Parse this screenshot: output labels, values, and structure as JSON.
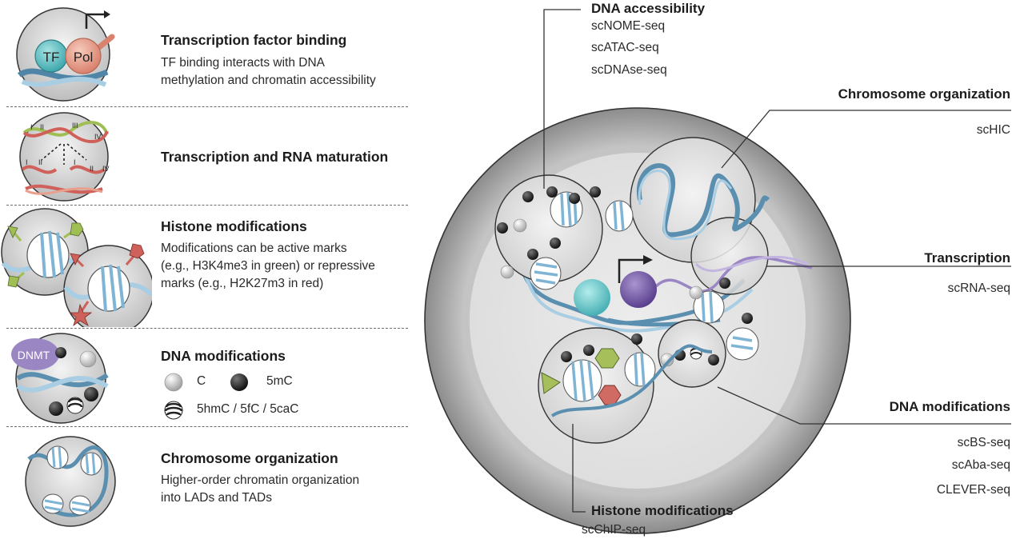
{
  "left_panels": [
    {
      "title": "Transcription factor binding",
      "description_lines": [
        "TF binding interacts with DNA",
        "methylation and chromatin accessibility"
      ],
      "icon_labels": {
        "tf": "TF",
        "pol": "Pol"
      }
    },
    {
      "title": "Transcription and RNA maturation",
      "description_lines": [],
      "icon_labels": {
        "i1": "I",
        "i2": "II",
        "i3": "III",
        "i4": "IV",
        "ii1": "I",
        "ii2": "II",
        "ii3": "I",
        "ii4": "II",
        "iv": "IV"
      }
    },
    {
      "title": "Histone modifications",
      "description_lines": [
        "Modifications can be active marks",
        "(e.g., H3K4me3 in green) or repressive",
        "marks (e.g., H2K27m3 in red)"
      ]
    },
    {
      "title": "DNA modifications",
      "description_lines": [],
      "icon_labels": {
        "dnmt": "DNMT"
      },
      "legend": {
        "c": "C",
        "mc": "5mC",
        "hmc": "5hmC / 5fC / 5caC"
      }
    },
    {
      "title": "Chromosome organization",
      "description_lines": [
        "Higher-order chromatin organization",
        "into LADs and TADs"
      ]
    }
  ],
  "right_labels": {
    "dna_accessibility": {
      "title": "DNA accessibility",
      "methods": [
        "scNOME-seq",
        "scATAC-seq",
        "scDNAse-seq"
      ]
    },
    "chromosome_organization": {
      "title": "Chromosome organization",
      "methods": [
        "scHIC"
      ]
    },
    "transcription": {
      "title": "Transcription",
      "methods": [
        "scRNA-seq"
      ]
    },
    "dna_modifications": {
      "title": "DNA modifications",
      "methods": [
        "scBS-seq",
        "scAba-seq",
        "CLEVER-seq"
      ]
    },
    "histone_modifications": {
      "title": "Histone modifications",
      "methods": [
        "scChIP-seq"
      ]
    }
  },
  "colors": {
    "dna_blue": "#5b8fb0",
    "dna_light": "#a9cde3",
    "tf_teal": "#6fc6c9",
    "pol_salmon": "#e8a08d",
    "pol_purple": "#7b5fa8",
    "active_green": "#9fbf55",
    "repressive_red": "#d0605a",
    "methyl_black": "#2b2b2b",
    "cell_gray": "#c8c8c8",
    "nucleus_light": "#e4e4e4"
  }
}
